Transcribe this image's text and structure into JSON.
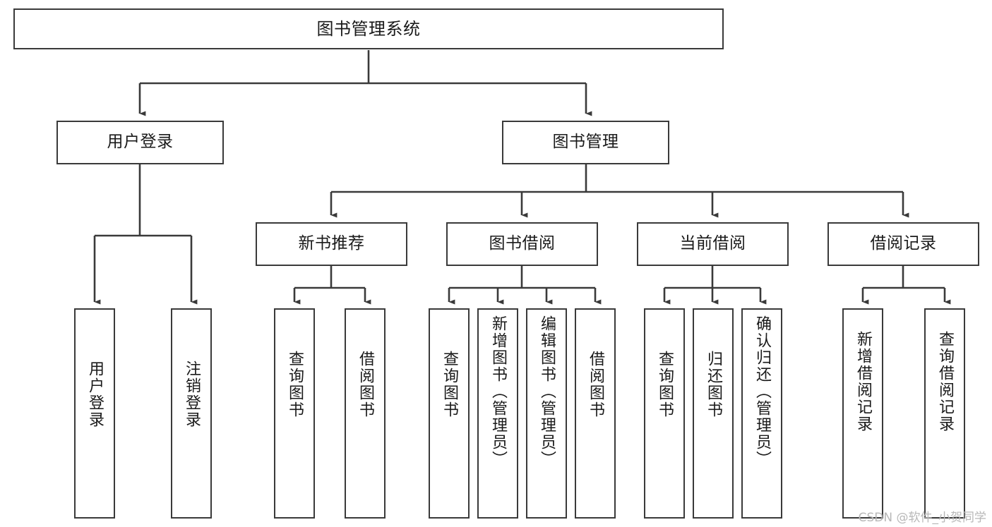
{
  "diagram": {
    "title": "图书管理系统",
    "type": "tree",
    "watermark": "CSDN @软件_小贺同学",
    "colors": {
      "box_border": "#3a3a3a",
      "box_fill": "#ffffff",
      "edge": "#3a3a3a",
      "text": "#1a1a1a",
      "watermark": "#b8b8b8",
      "background": "#ffffff"
    },
    "nodes": {
      "root": {
        "label": "图书管理系统"
      },
      "level1": [
        {
          "id": "user-login",
          "label": "用户登录"
        },
        {
          "id": "book-management",
          "label": "图书管理"
        }
      ],
      "level2": [
        {
          "id": "new-book-recommend",
          "label": "新书推荐"
        },
        {
          "id": "book-borrow",
          "label": "图书借阅"
        },
        {
          "id": "current-borrow",
          "label": "当前借阅"
        },
        {
          "id": "borrow-record",
          "label": "借阅记录"
        }
      ],
      "leaves": {
        "user-login": [
          {
            "id": "leaf-user-login",
            "label": "用户登录"
          },
          {
            "id": "leaf-user-logout",
            "label": "注销登录"
          }
        ],
        "new-book-recommend": [
          {
            "id": "leaf-query-book-1",
            "label": "查询图书"
          },
          {
            "id": "leaf-borrow-book-1",
            "label": "借阅图书"
          }
        ],
        "book-borrow": [
          {
            "id": "leaf-query-book-2",
            "label": "查询图书"
          },
          {
            "id": "leaf-add-book",
            "label": "新增图书（管理员）"
          },
          {
            "id": "leaf-edit-book",
            "label": "编辑图书（管理员）"
          },
          {
            "id": "leaf-borrow-book-2",
            "label": "借阅图书"
          }
        ],
        "current-borrow": [
          {
            "id": "leaf-query-book-3",
            "label": "查询图书"
          },
          {
            "id": "leaf-return-book",
            "label": "归还图书"
          },
          {
            "id": "leaf-confirm-return",
            "label": "确认归还（管理员）"
          }
        ],
        "borrow-record": [
          {
            "id": "leaf-add-record",
            "label": "新增借阅记录"
          },
          {
            "id": "leaf-query-record",
            "label": "查询借阅记录"
          }
        ]
      }
    }
  }
}
